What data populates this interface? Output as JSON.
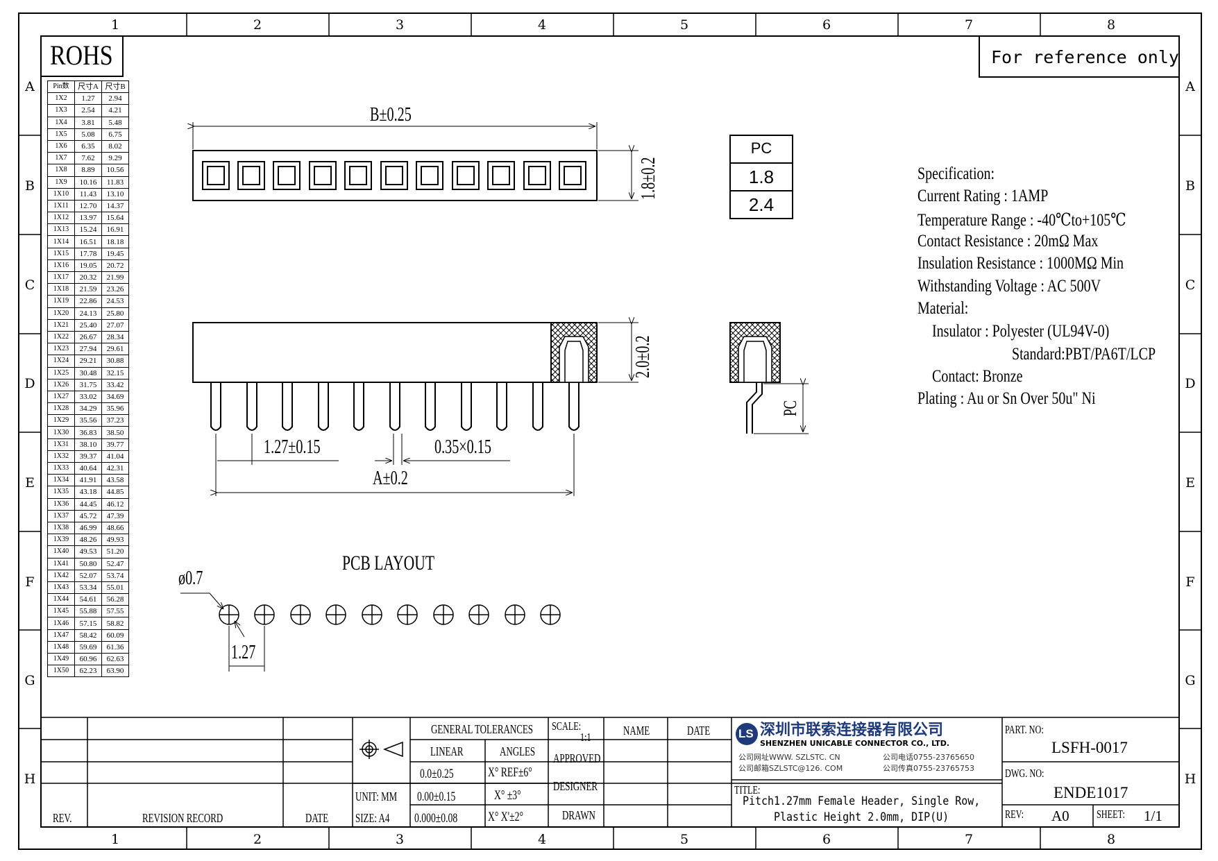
{
  "zones": {
    "columns": [
      "1",
      "2",
      "3",
      "4",
      "5",
      "6",
      "7",
      "8"
    ],
    "rows": [
      "A",
      "B",
      "C",
      "D",
      "E",
      "F",
      "G",
      "H"
    ]
  },
  "rohs": "ROHS",
  "reference_note": "For reference only",
  "pin_table": {
    "headers": [
      "Pin数",
      "尺寸A",
      "尺寸B"
    ],
    "rows": [
      [
        "1X2",
        "1.27",
        "2.94"
      ],
      [
        "1X3",
        "2.54",
        "4.21"
      ],
      [
        "1X4",
        "3.81",
        "5.48"
      ],
      [
        "1X5",
        "5.08",
        "6.75"
      ],
      [
        "1X6",
        "6.35",
        "8.02"
      ],
      [
        "1X7",
        "7.62",
        "9.29"
      ],
      [
        "1X8",
        "8.89",
        "10.56"
      ],
      [
        "1X9",
        "10.16",
        "11.83"
      ],
      [
        "1X10",
        "11.43",
        "13.10"
      ],
      [
        "1X11",
        "12.70",
        "14.37"
      ],
      [
        "1X12",
        "13.97",
        "15.64"
      ],
      [
        "1X13",
        "15.24",
        "16.91"
      ],
      [
        "1X14",
        "16.51",
        "18.18"
      ],
      [
        "1X15",
        "17.78",
        "19.45"
      ],
      [
        "1X16",
        "19.05",
        "20.72"
      ],
      [
        "1X17",
        "20.32",
        "21.99"
      ],
      [
        "1X18",
        "21.59",
        "23.26"
      ],
      [
        "1X19",
        "22.86",
        "24.53"
      ],
      [
        "1X20",
        "24.13",
        "25.80"
      ],
      [
        "1X21",
        "25.40",
        "27.07"
      ],
      [
        "1X22",
        "26.67",
        "28.34"
      ],
      [
        "1X23",
        "27.94",
        "29.61"
      ],
      [
        "1X24",
        "29.21",
        "30.88"
      ],
      [
        "1X25",
        "30.48",
        "32.15"
      ],
      [
        "1X26",
        "31.75",
        "33.42"
      ],
      [
        "1X27",
        "33.02",
        "34.69"
      ],
      [
        "1X28",
        "34.29",
        "35.96"
      ],
      [
        "1X29",
        "35.56",
        "37.23"
      ],
      [
        "1X30",
        "36.83",
        "38.50"
      ],
      [
        "1X31",
        "38.10",
        "39.77"
      ],
      [
        "1X32",
        "39.37",
        "41.04"
      ],
      [
        "1X33",
        "40.64",
        "42.31"
      ],
      [
        "1X34",
        "41.91",
        "43.58"
      ],
      [
        "1X35",
        "43.18",
        "44.85"
      ],
      [
        "1X36",
        "44.45",
        "46.12"
      ],
      [
        "1X37",
        "45.72",
        "47.39"
      ],
      [
        "1X38",
        "46.99",
        "48.66"
      ],
      [
        "1X39",
        "48.26",
        "49.93"
      ],
      [
        "1X40",
        "49.53",
        "51.20"
      ],
      [
        "1X41",
        "50.80",
        "52.47"
      ],
      [
        "1X42",
        "52.07",
        "53.74"
      ],
      [
        "1X43",
        "53.34",
        "55.01"
      ],
      [
        "1X44",
        "54.61",
        "56.28"
      ],
      [
        "1X45",
        "55.88",
        "57.55"
      ],
      [
        "1X46",
        "57.15",
        "58.82"
      ],
      [
        "1X47",
        "58.42",
        "60.09"
      ],
      [
        "1X48",
        "59.69",
        "61.36"
      ],
      [
        "1X49",
        "60.96",
        "62.63"
      ],
      [
        "1X50",
        "62.23",
        "63.90"
      ]
    ]
  },
  "dims": {
    "b": "B±0.25",
    "height_top": "1.8±0.2",
    "height_side": "2.0±0.2",
    "pitch": "1.27±0.15",
    "pin_size": "0.35×0.15",
    "a": "A±0.2",
    "pc": "PC",
    "hole": "ø0.7",
    "pcb_pitch": "1.27",
    "pcb_layout": "PCB LAYOUT"
  },
  "pc_table": [
    "PC",
    "1.8",
    "2.4"
  ],
  "spec": {
    "lines": [
      "Specification:",
      "Current Rating : 1AMP",
      "Temperature Range : -40℃to+105℃",
      "Contact Resistance : 20mΩ Max",
      "Insulation Resistance : 1000MΩ Min",
      "Withstanding Voltage : AC 500V",
      "Material:",
      "Insulator : Polyester (UL94V-0)",
      "Standard:PBT/PA6T/LCP",
      "Contact: Bronze",
      "Plating : Au or Sn Over 50u\" Ni"
    ]
  },
  "title_block": {
    "rev": "REV.",
    "revision_record": "REVISION RECORD",
    "date": "DATE",
    "unit": "UNIT: MM",
    "size": "SIZE: A4",
    "general_tolerances": "GENERAL TOLERANCES",
    "linear": "LINEAR",
    "angles": "ANGLES",
    "lin1": "0.0±0.25",
    "lin2": "0.00±0.15",
    "lin3": "0.000±0.08",
    "ang1": "X° REF±6°",
    "ang2": "X° ±3°",
    "ang3": "X° X'±2°",
    "scale": "SCALE:",
    "scale_val": "1:1",
    "name": "NAME",
    "date2": "DATE",
    "approved": "APPROVED",
    "designer": "DESIGNER",
    "drawn": "DRAWN",
    "company_cn": "深圳市联索连接器有限公司",
    "company_en": "SHENZHEN UNICABLE CONNECTOR CO., LTD.",
    "web": "公司网址WWW. SZLSTC. CN",
    "tel": "公司电话0755-23765650",
    "email": "公司邮箱SZLSTC@126. COM",
    "fax": "公司传真0755-23765753",
    "logo": "LS",
    "title_label": "TITLE:",
    "title1": "Pitch1.27mm Female Header, Single Row,",
    "title2": "Plastic Height 2.0mm, DIP(U)",
    "part_no_label": "PART. NO:",
    "part_no": "LSFH-0017",
    "dwg_no_label": "DWG. NO:",
    "dwg_no": "ENDE1017",
    "rev_label": "REV:",
    "rev_val": "A0",
    "sheet_label": "SHEET:",
    "sheet_val": "1/1"
  }
}
